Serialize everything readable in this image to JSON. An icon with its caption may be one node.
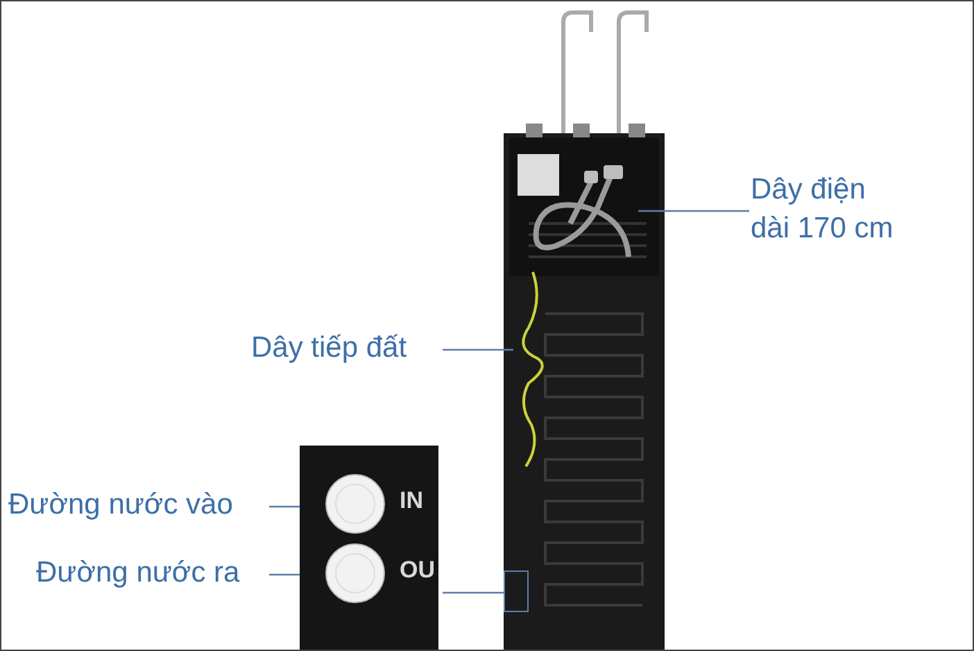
{
  "diagram": {
    "nodes": [
      {
        "text": [
          "Dây điện dài 170 cm"
        ]
      },
      {
        "text": [],
        "shape": "picture"
      },
      {
        "text": [
          "Dây tiếp đất"
        ]
      },
      {
        "text": [],
        "shape": "picture"
      },
      {
        "text": [],
        "shape": "box"
      },
      {
        "text": [
          "Đường nước vào"
        ]
      },
      {
        "text": [],
        "shape": "circle",
        "in": 4
      },
      {
        "text": [
          "Đường nước ra"
        ]
      },
      {
        "text": [],
        "shape": "circle",
        "in": 4
      },
      {
        "text": [],
        "shape": "box"
      }
    ],
    "edges": [
      {
        "from": 0,
        "to": 1,
        "arrow": "none"
      },
      {
        "from": 2,
        "to": 3,
        "arrow": "none"
      },
      {
        "from": 5,
        "to": 6,
        "arrow": "none"
      },
      {
        "from": 7,
        "to": 8,
        "arrow": "none"
      },
      {
        "from": 4,
        "to": 9,
        "arrow": "none"
      }
    ],
    "labels": [
      "IN",
      "OU"
    ]
  }
}
